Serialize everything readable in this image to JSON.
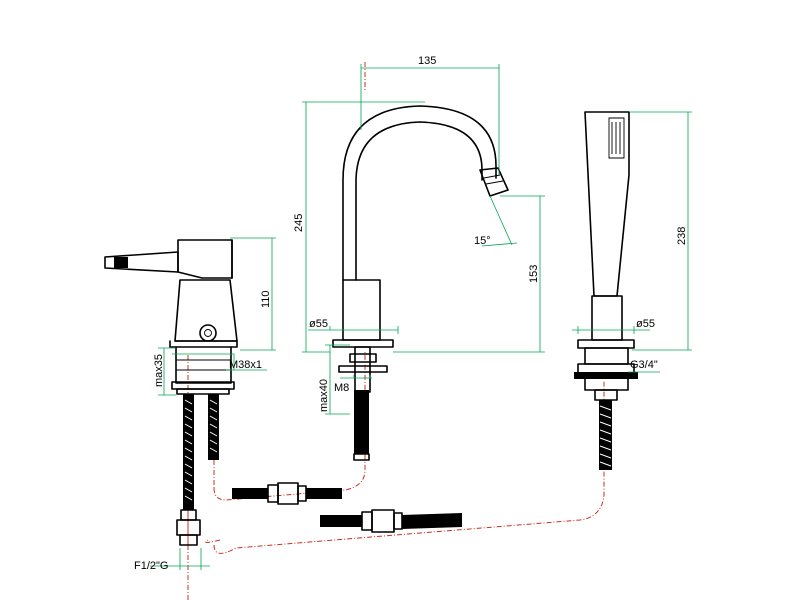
{
  "colors": {
    "dimension_line": "#00a651",
    "centerline": "#c8321e",
    "outline": "#000000"
  },
  "dimensions": {
    "spout_reach": "135",
    "spout_height": "245",
    "spout_outlet_height": "153",
    "spout_angle": "15°",
    "spout_base_diameter": "ø55",
    "spout_thread": "M8",
    "spout_max_deck": "max40",
    "handle_height": "110",
    "mixer_thread": "M38x1",
    "mixer_max_deck": "max35",
    "supply_connection": "F1/2\"G",
    "shower_height": "238",
    "shower_base_diameter": "ø55",
    "shower_connection": "G3/4\""
  }
}
